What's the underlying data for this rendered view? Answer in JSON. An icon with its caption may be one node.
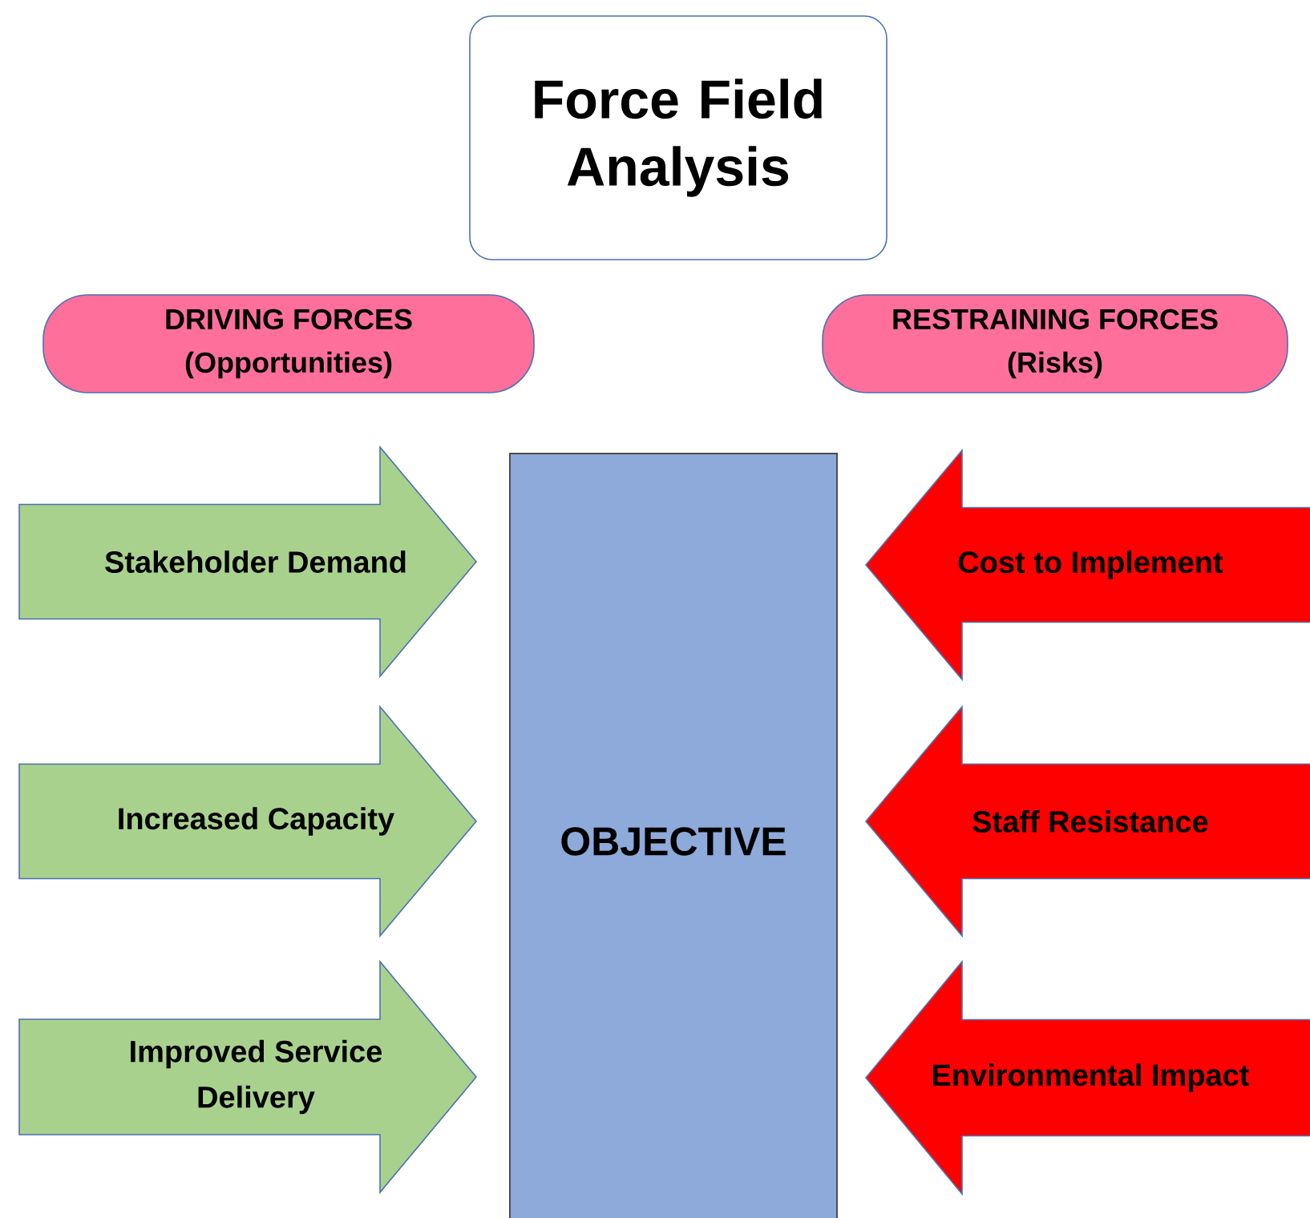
{
  "diagram": {
    "title": "Force Field Analysis",
    "nodes": [
      {
        "text": [
          "DRIVING FORCES (Opportunities)"
        ]
      },
      {
        "text": [
          "RESTRAINING FORCES (Risks)"
        ]
      },
      {
        "text": [
          "OBJECTIVE"
        ]
      },
      {
        "text": [
          "Stakeholder Demand"
        ]
      },
      {
        "text": [
          "Increased Capacity"
        ]
      },
      {
        "text": [
          "Improved Service Delivery"
        ]
      },
      {
        "text": [
          "Cost to Implement"
        ]
      },
      {
        "text": [
          "Staff Resistance"
        ]
      },
      {
        "text": [
          "Environmental Impact"
        ]
      }
    ]
  }
}
